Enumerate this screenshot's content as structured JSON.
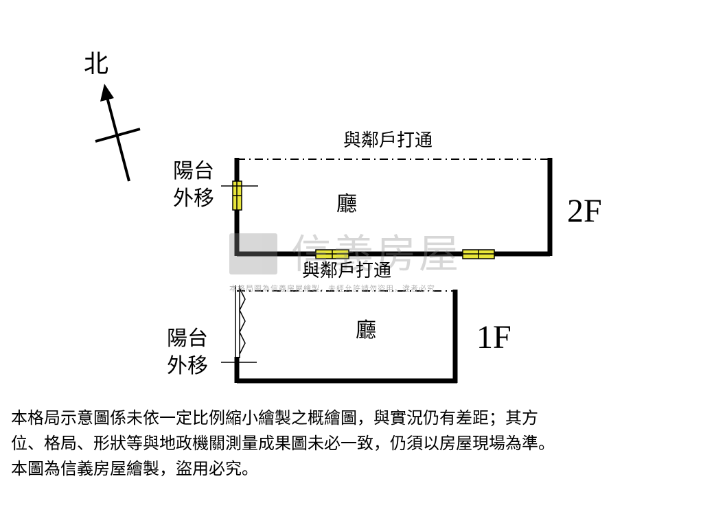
{
  "compass": {
    "label": "北"
  },
  "floor2": {
    "neighbor_label": "與鄰戶打通",
    "balcony_label_line1": "陽台",
    "balcony_label_line2": "外移",
    "room_label": "廳",
    "floor_label": "2F"
  },
  "floor1": {
    "neighbor_label": "與鄰戶打通",
    "balcony_label_line1": "陽台",
    "balcony_label_line2": "外移",
    "room_label": "廳",
    "floor_label": "1F"
  },
  "watermark": {
    "brand": "信義房屋",
    "notice": "本格局圖為信義房屋繪製，未經允許請勿盜用，違者必究"
  },
  "disclaimer": {
    "line1": "本格局示意圖係未依一定比例縮小繪製之概繪圖，與實況仍有差距；其方",
    "line2": "位、格局、形狀等與地政機關測量成果圖未必一致，仍須以房屋現場為準。",
    "line3": "本圖為信義房屋繪製，盜用必究。"
  },
  "colors": {
    "wall": "#000000",
    "door_fill": "#e8e63a",
    "watermark": "#8c8c8c"
  }
}
